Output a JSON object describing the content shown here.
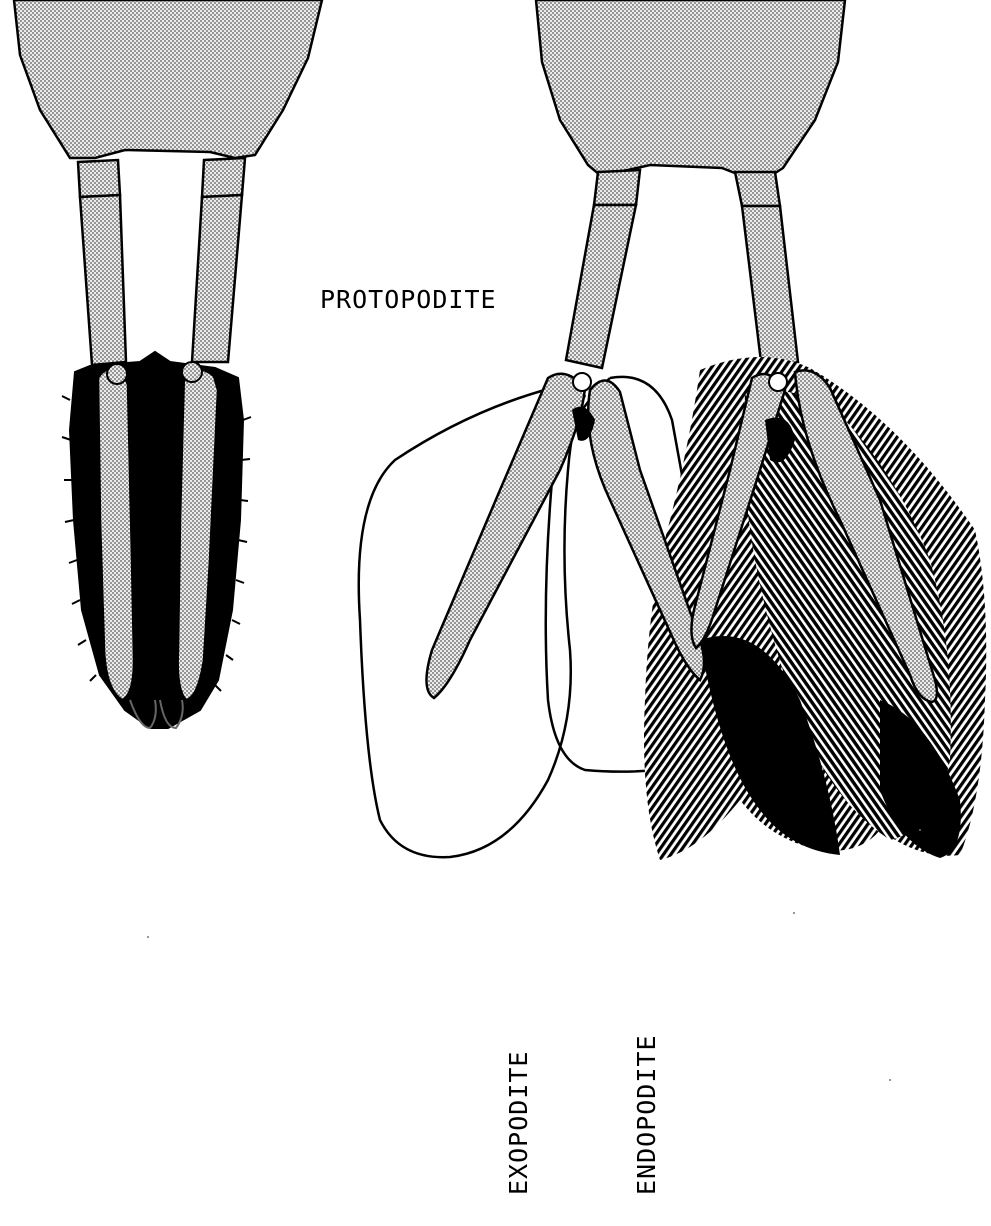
{
  "labels": {
    "protopodite": "PROTOPODITE",
    "exopodite": "EXOPODITE",
    "endopodite": "ENDOPODITE"
  },
  "colors": {
    "stipple_fill": "#b8b8b8",
    "ink": "#000000",
    "background": "#ffffff"
  }
}
